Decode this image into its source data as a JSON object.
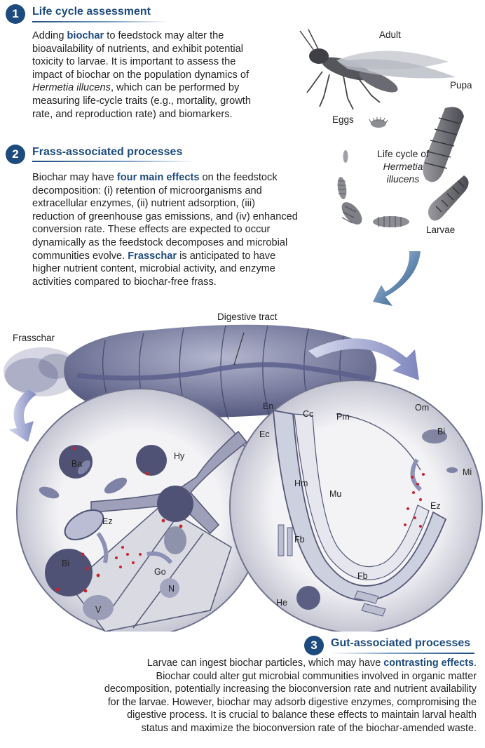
{
  "sections": [
    {
      "number": "1",
      "title": "Life cycle assessment",
      "lines": [
        [
          {
            "t": "Adding "
          },
          {
            "t": "biochar",
            "b": true
          },
          {
            "t": " to feedstock may alter the"
          }
        ],
        [
          {
            "t": "bioavailability of nutrients, and exhibit potential"
          }
        ],
        [
          {
            "t": "toxicity to larvae. It is important to assess the"
          }
        ],
        [
          {
            "t": "impact of biochar on the population dynamics of"
          }
        ],
        [
          {
            "t": "Hermetia illucens",
            "i": true
          },
          {
            "t": ", which can be performed by"
          }
        ],
        [
          {
            "t": "measuring life-cycle traits (e.g., mortality, growth"
          }
        ],
        [
          {
            "t": "rate, and reproduction rate) and biomarkers."
          }
        ]
      ]
    },
    {
      "number": "2",
      "title": "Frass-associated processes",
      "lines": [
        [
          {
            "t": "Biochar may have "
          },
          {
            "t": "four main effects",
            "b": true
          },
          {
            "t": " on the feedstock"
          }
        ],
        [
          {
            "t": "decomposition: (i) retention of microorganisms and"
          }
        ],
        [
          {
            "t": "extracellular enzymes, (ii) nutrient adsorption, (iii)"
          }
        ],
        [
          {
            "t": "reduction of greenhouse gas emissions, and (iv) enhanced"
          }
        ],
        [
          {
            "t": "conversion rate. These effects are expected to occur"
          }
        ],
        [
          {
            "t": "dynamically as the feedstock decomposes and microbial"
          }
        ],
        [
          {
            "t": "communities evolve. "
          },
          {
            "t": "Frasschar",
            "b": true
          },
          {
            "t": " is anticipated to have"
          }
        ],
        [
          {
            "t": "higher nutrient content, microbial activity, and enzyme"
          }
        ],
        [
          {
            "t": "activities compared to biochar-free frass."
          }
        ]
      ]
    },
    {
      "number": "3",
      "title": "Gut-associated processes",
      "lines": [
        [
          {
            "t": "Larvae can ingest biochar particles, which may have "
          },
          {
            "t": "contrasting effects",
            "b": true
          },
          {
            "t": "."
          }
        ],
        [
          {
            "t": "Biochar could alter gut microbial communities involved in organic matter"
          }
        ],
        [
          {
            "t": "decomposition, potentially increasing the bioconversion rate and nutrient availability"
          }
        ],
        [
          {
            "t": "for the larvae. However, biochar may adsorb digestive enzymes, compromising the"
          }
        ],
        [
          {
            "t": "digestive process. It is crucial to balance these effects to maintain larval health"
          }
        ],
        [
          {
            "t": "status and maximize the bioconversion rate of the biochar-amended waste."
          }
        ]
      ]
    }
  ],
  "life_cycle": {
    "stage_labels": {
      "adult": "Adult",
      "pupa": "Pupa",
      "eggs": "Eggs",
      "larvae": "Larvae"
    },
    "center_line1": "Life cycle of",
    "center_line2": "Hermetia",
    "center_line3": "illucens"
  },
  "larva_labels": {
    "frasschar": "Frasschar",
    "digestive_tract": "Digestive tract"
  },
  "frass_labels": {
    "ba": "Ba",
    "hy": "Hy",
    "ez": "Ez",
    "bi": "Bi",
    "go": "Go",
    "n": "N",
    "v": "V"
  },
  "gut_labels": {
    "en": "En",
    "cc": "Cc",
    "pm": "Pm",
    "om": "Om",
    "ec": "Ec",
    "bi": "Bi",
    "mi": "Mi",
    "hm": "Hm",
    "mu": "Mu",
    "ez": "Ez",
    "fb1": "Fb",
    "fb2": "Fb",
    "he": "He"
  },
  "colors": {
    "accent": "#1d4b7e",
    "enzyme_dots": "#c8242c",
    "illustration": "#5a5f80"
  }
}
